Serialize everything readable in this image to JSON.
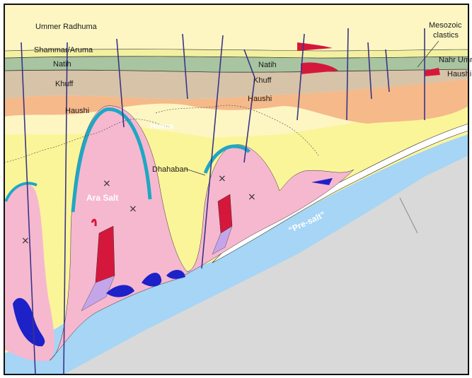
{
  "labels": {
    "ummer_radhuma": "Ummer Radhuma",
    "shammar_aruma": "Shammar/Aruma",
    "natih_left": "Natih",
    "natih_mid": "Natih",
    "khuff_left": "Khuff",
    "khuff_mid": "Khuff",
    "haushi_left": "Haushi",
    "haushi_mid": "Haushi",
    "haushi_right": "Haushi",
    "haima": "Haima",
    "dhahaban": "Dhahaban",
    "ara_salt": "Ara Salt",
    "pre_salt": "“Pre-salt”",
    "mesozoic_line1": "Mesozoic",
    "mesozoic_line2": "clastics",
    "nahr_umr": "Nahr Umr"
  },
  "colors": {
    "ummer_radhuma": "#fdf6c3",
    "shammar_aruma": "#f3f0a0",
    "natih": "#a9c4a0",
    "khuff": "#d7c3a8",
    "haushi": "#f5b98a",
    "haima": "#fbf59a",
    "ara_salt": "#f6b8cf",
    "dhahaban": "#1fa7c4",
    "pre_salt": "#a6d5f5",
    "basement": "#d9d9d9",
    "fault": "#3a3587",
    "carbonate_red": "#d6173c",
    "carbonate_blue": "#1d22c8",
    "lavender": "#c5a5ea"
  }
}
